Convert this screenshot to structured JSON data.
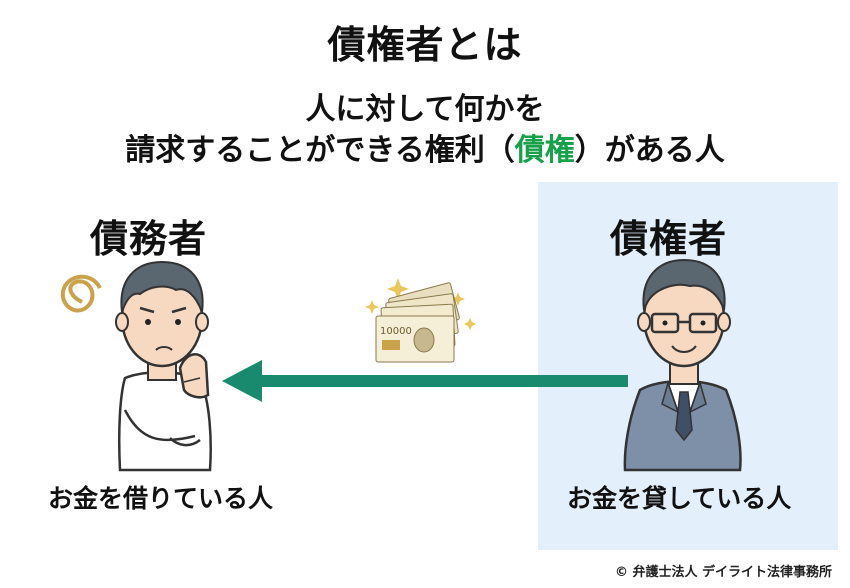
{
  "header": {
    "title": "債権者とは",
    "subtitle_line1": "人に対して何かを",
    "subtitle_line2_before": "請求することができる権利（",
    "subtitle_line2_highlight": "債権",
    "subtitle_line2_after": "）がある人"
  },
  "debtor": {
    "title": "債務者",
    "description": "お金を借りている人"
  },
  "creditor": {
    "title": "債権者",
    "description": "お金を貸している人"
  },
  "money": {
    "banknote_text": "10000"
  },
  "colors": {
    "highlight": "#18a14a",
    "arrow": "#1a8a6e",
    "creditor_panel": "#e3f0fb"
  },
  "footer": {
    "copyright": "© 弁護士法人 デイライト法律事務所"
  }
}
